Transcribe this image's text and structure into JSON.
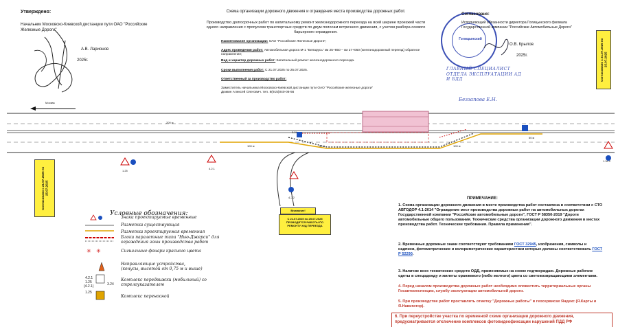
{
  "approval_left": {
    "header": "Утверждено:",
    "position": "Начальник Московско-Киевской дистанции пути ОАО \"Российские Железные Дороги\"",
    "signatory": "А.В. Ларионов",
    "year": "2025г."
  },
  "document": {
    "title": "Схема организации дорожного движения и ограждения места производства дорожных работ.",
    "subtitle": "Производство долгосрочных работ по капитальному ремонт железнодорожного переезда на всей ширине проезжей части одного направления с пропуском транспортных средств по двум полосам встречного движения, с учетом разбора осевого барьерного ограждения.",
    "fields": [
      {
        "label": "Наименование организации:",
        "value": "ОАО \"Российские Железные Дороги\";"
      },
      {
        "label": "Адрес проведения работ:",
        "value": "Автомобильная дорога М-1 \"Беларусь\" км 25+850 – км 27+050 (железнодорожный переезд) обратное направление;"
      },
      {
        "label": "Вид и характер дорожных работ:",
        "value": "Капитальный ремонт железнодорожного переезда."
      },
      {
        "label": "Сроки выполнения работ:",
        "value": "С 21.07.2025 по 25.07.2025."
      },
      {
        "label": "Ответственный за производство работ:",
        "value": ""
      },
      {
        "label": "",
        "value": "Заместитель начальника Московско-Киевской дистанции пути ОАО \"Российские железные дороги\" Дюмин Алексей Олегович. тел. 8(915)040-06-56"
      }
    ]
  },
  "approval_right": {
    "header": "Согласовано:",
    "position": "Исполняющий обязанности директора Голицынского филиала Государственной компании \"Российские Автомобильные Дороги\"",
    "signatory": "О.В. Крылов",
    "year": "2025г.",
    "stamp_text": "ГЛАВНЫЙ СПЕЦИАЛИСТ ОТДЕЛА ЭКСПЛУАТАЦИИ АД И БДД",
    "stamp_name": "Беззапова Е.Н.",
    "stamp_ring": "Голицынский"
  },
  "agreed_boxes": {
    "side_top": "Согласовано с 21.07.2025 по 25.07.2025",
    "side_left": "Согласовано с 21.07.2025 по 25.07.2025",
    "center_header": "Внимание!",
    "center": "С 21.07.2025 по 25.07.2025 ПРОВОДЯТСЯ РАБОТЫ ПО РЕМОНТУ Ж/Д ПЕРЕЕЗДА"
  },
  "plan": {
    "direction_label": "Москва",
    "distances": [
      "200 м",
      "100 м",
      "50 м",
      "100 м",
      "50 м"
    ],
    "sign_codes": [
      "3.24",
      "1.25",
      "4.2.1",
      "4.2.2",
      "1.34.2"
    ]
  },
  "legend": {
    "title": "Условные обозначения:",
    "items": [
      {
        "text": "Знаки проектируемые временные"
      },
      {
        "text": "Разметка существующая"
      },
      {
        "text": "Разметка проектируемая временная"
      },
      {
        "text": "Блоки паралетные типа \"Нью-Джерси\" для ограждения зоны производства работ"
      },
      {
        "text": "Сигнальные фонари красного цвета"
      },
      {
        "text": "Направляющие устройства, (конусы, высотой от 0,75 м и выше)"
      },
      {
        "text": "Комплекс передвижки (мобильный) со стрелоуказателем"
      },
      {
        "text": "Комплекс переносной"
      }
    ],
    "codes": [
      "4.2.1",
      "1.25",
      "(4.2.1)",
      "3.24",
      "1.25"
    ]
  },
  "notes": {
    "title": "ПРИМЕЧАНИЕ:",
    "n1": "1. Схема организации дорожного движения в месте производства работ составлена в соответствии с СТО АВТОДОР 4.1-2014 \"Ограждение мест производства дорожных работ на автомобильных дорогах Государственной компании \"Российские автомобильные дороги\", ГОСТ Р 58350-2019 \"Дороги автомобильные общего пользования. Технические средства организации дорожного движения в местах производства работ. Технические требования. Правила применения\".",
    "n2_pre": "2. Временные дорожные знаки соответствуют требованиям ",
    "n2_link1": "ГОСТ 32945",
    "n2_mid": ", изображения, символы и надписи, фотометрические и колориметрические характеристики которых должны соответствовать ",
    "n2_link2": "ГОСТ Р 52290",
    "n2_post": ".",
    "n3": "3. Наличие всех технических средств ОДД, применяемых на схеме подтверждаю. Дорожные рабочие одеты в спецодежду и жилеты оранжевого (либо желтого) цвета со световозвращающими элементами.",
    "n4": "4. Перед началом производства дорожных работ необходимо оповестить территориальные органы Госавтоинспекции, службу эксплуатации автомобильной дороги.",
    "n5": "5. При производстве работ проставлять отметку \"Дорожные работы\" в геосервисах Яндекс (Я.Карты и Я.Навигатор).",
    "n6": "6. При переустройстве участка по временной схеме организации дорожного движения, предусматривается отключение комплексов фотовидеофиксации нарушений ПДД РФ"
  }
}
